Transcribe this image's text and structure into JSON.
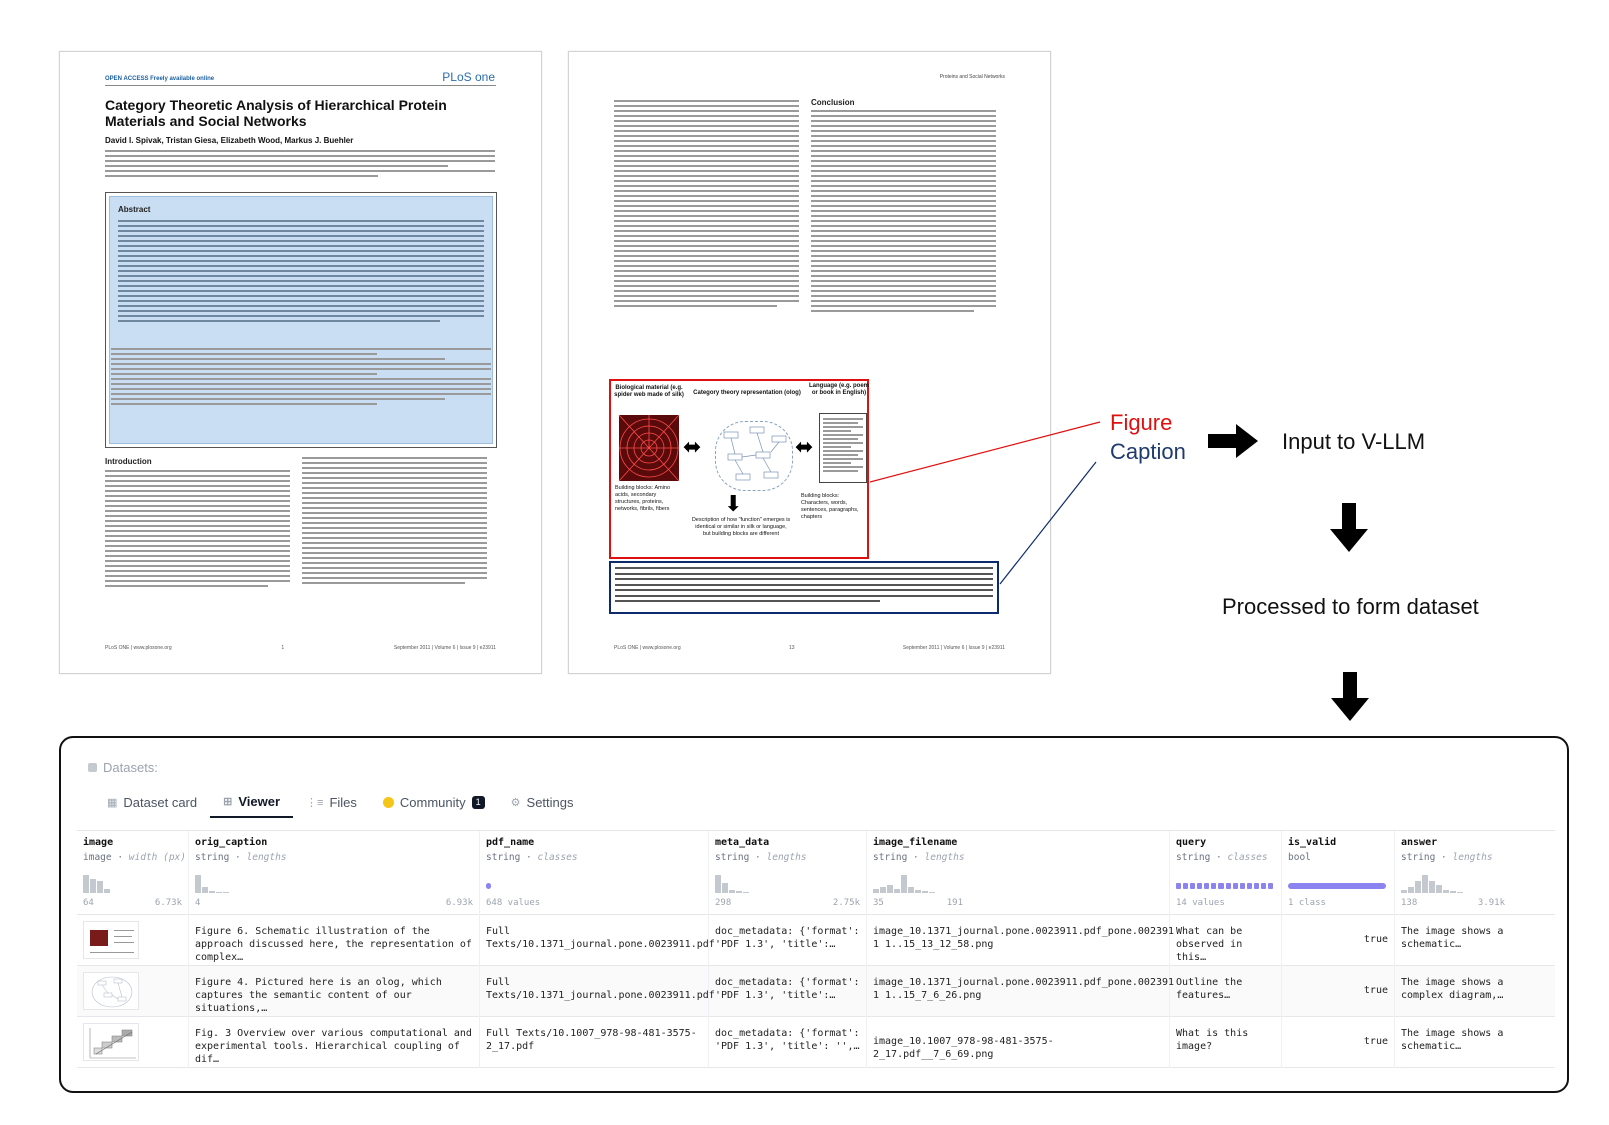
{
  "page1": {
    "open_access": "OPEN ACCESS Freely available online",
    "logo": "PLoS one",
    "title": "Category Theoretic Analysis of Hierarchical Protein Materials and Social Networks",
    "authors": "David I. Spivak, Tristan Giesa, Elizabeth Wood, Markus J. Buehler",
    "abstract_heading": "Abstract",
    "intro_heading": "Introduction",
    "footer_left": "PLoS ONE | www.plosone.org",
    "footer_mid": "1",
    "footer_right": "September 2011 | Volume 6 | Issue 9 | e23911"
  },
  "page2": {
    "running_head": "Proteins and Social Networks",
    "conclusion_heading": "Conclusion",
    "figure": {
      "bio_label": "Biological material (e.g. spider web made of silk)",
      "cat_label": "Category theory representation (olog)",
      "lang_label": "Language (e.g. poem or book in English)",
      "bio_blocks": "Building blocks: Amino acids, secondary structures, proteins, networks, fibrils, fibers",
      "lang_blocks": "Building blocks: Characters, words, sentences, paragraphs, chapters",
      "desc": "Description of how \"function\" emerges is identical or similar in silk or language, but building blocks are different"
    },
    "footer_left": "PLoS ONE | www.plosone.org",
    "footer_mid": "13",
    "footer_right": "September 2011 | Volume 6 | Issue 9 | e23911"
  },
  "annotations": {
    "figure": "Figure",
    "caption": "Caption",
    "input": "Input to V-LLM",
    "processed": "Processed to form dataset"
  },
  "viewer": {
    "title": "Datasets:",
    "tabs": [
      {
        "label": "Dataset card"
      },
      {
        "label": "Viewer"
      },
      {
        "label": "Files"
      },
      {
        "label": "Community",
        "badge": "1"
      },
      {
        "label": "Settings"
      }
    ],
    "columns": [
      {
        "name": "image",
        "type": "image",
        "stat": "width (px)",
        "min": "64",
        "max": "6.73k"
      },
      {
        "name": "orig_caption",
        "type": "string",
        "stat": "lengths",
        "min": "4",
        "max": "6.93k"
      },
      {
        "name": "pdf_name",
        "type": "string",
        "stat": "classes",
        "min": "648 values",
        "max": ""
      },
      {
        "name": "meta_data",
        "type": "string",
        "stat": "lengths",
        "min": "298",
        "max": "2.75k"
      },
      {
        "name": "image_filename",
        "type": "string",
        "stat": "lengths",
        "min": "35",
        "max": "191"
      },
      {
        "name": "query",
        "type": "string",
        "stat": "classes",
        "min": "14 values",
        "max": ""
      },
      {
        "name": "is_valid",
        "type": "bool",
        "stat": "",
        "min": "1 class",
        "max": ""
      },
      {
        "name": "answer",
        "type": "string",
        "stat": "lengths",
        "min": "138",
        "max": "3.91k"
      }
    ],
    "rows": [
      {
        "orig_caption": "Figure 6. Schematic illustration of the approach discussed here, the representation of complex…",
        "pdf_name": "Full Texts/10.1371_journal.pone.0023911.pdf",
        "meta_data": "doc_metadata: {'format': 'PDF 1.3', 'title':…",
        "image_filename": "image_10.1371_journal.pone.0023911.pdf_pone.002391 1 1..15_13_12_58.png",
        "query": "What can be observed in this…",
        "is_valid": "true",
        "answer": "The image shows a schematic…"
      },
      {
        "orig_caption": "Figure 4. Pictured here is an olog, which captures the semantic content of our situations,…",
        "pdf_name": "Full Texts/10.1371_journal.pone.0023911.pdf",
        "meta_data": "doc_metadata: {'format': 'PDF 1.3', 'title':…",
        "image_filename": "image_10.1371_journal.pone.0023911.pdf_pone.002391 1 1..15_7_6_26.png",
        "query": "Outline the features…",
        "is_valid": "true",
        "answer": "The image shows a complex diagram,…"
      },
      {
        "orig_caption": "Fig. 3 Overview over various computational and experimental tools. Hierarchical coupling of dif…",
        "pdf_name": "Full Texts/10.1007_978-98-481-3575-2_17.pdf",
        "meta_data": "doc_metadata: {'format': 'PDF 1.3', 'title': '',…",
        "image_filename": "image_10.1007_978-98-481-3575-2_17.pdf__7_6_69.png",
        "query": "What is this image?",
        "is_valid": "true",
        "answer": "The image shows a schematic…"
      }
    ]
  },
  "colors": {
    "figure_red": "#e01010",
    "caption_navy": "#0d2a6e",
    "viewer_accent": "#8a83f0"
  }
}
